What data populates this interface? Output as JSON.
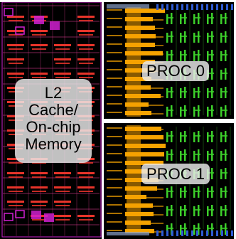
{
  "labels": {
    "l2_lines": [
      "L2",
      "Cache/",
      "On-chip",
      "Memory"
    ],
    "proc0": "PROC 0",
    "proc1": "PROC 1"
  },
  "colors": {
    "background": "#000000",
    "l2_cells": "#e8342a",
    "l2_wiring": "#d93a8c",
    "l2_magenta": "#d020d0",
    "bus_orange": "#f5a300",
    "proc_green": "#3ccf2a",
    "top_blue": "#2f5cd6",
    "divider_white": "#ffffff",
    "label_fill": "#ececec"
  }
}
